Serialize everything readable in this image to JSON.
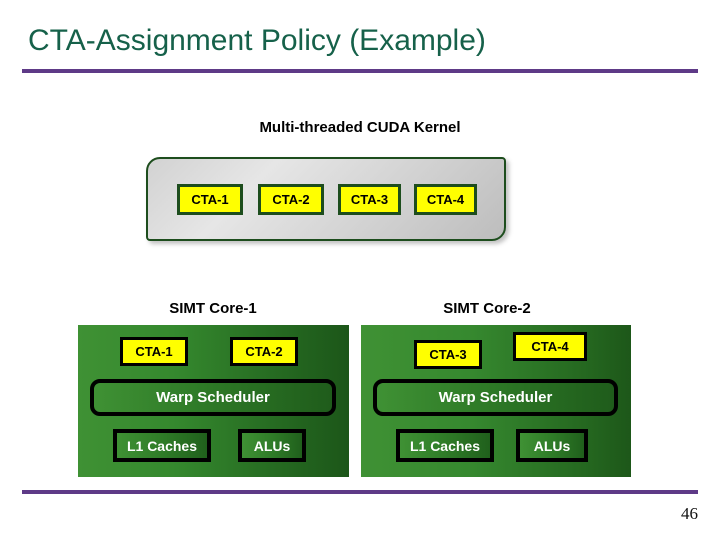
{
  "slide": {
    "title": "CTA-Assignment Policy (Example)",
    "page_number": "46",
    "accent_rule_color": "#5e3a87",
    "title_color": "#16614a"
  },
  "kernel": {
    "heading": "Multi-threaded CUDA Kernel",
    "box_fill": "#d9d9d9",
    "box_border_color": "#1d4d1d",
    "cta_fill": "#ffff00",
    "ctas": [
      {
        "label": "CTA-1"
      },
      {
        "label": "CTA-2"
      },
      {
        "label": "CTA-3"
      },
      {
        "label": "CTA-4"
      }
    ]
  },
  "cores": [
    {
      "label": "SIMT Core-1",
      "panel_color": "#3f9134",
      "ctas": [
        {
          "label": "CTA-1"
        },
        {
          "label": "CTA-2"
        }
      ],
      "scheduler": "Warp Scheduler",
      "units": [
        {
          "label": "L1 Caches"
        },
        {
          "label": "ALUs"
        }
      ]
    },
    {
      "label": "SIMT Core-2",
      "panel_color": "#3f9134",
      "ctas": [
        {
          "label": "CTA-3"
        },
        {
          "label": "CTA-4"
        }
      ],
      "scheduler": "Warp Scheduler",
      "units": [
        {
          "label": "L1 Caches"
        },
        {
          "label": "ALUs"
        }
      ]
    }
  ]
}
